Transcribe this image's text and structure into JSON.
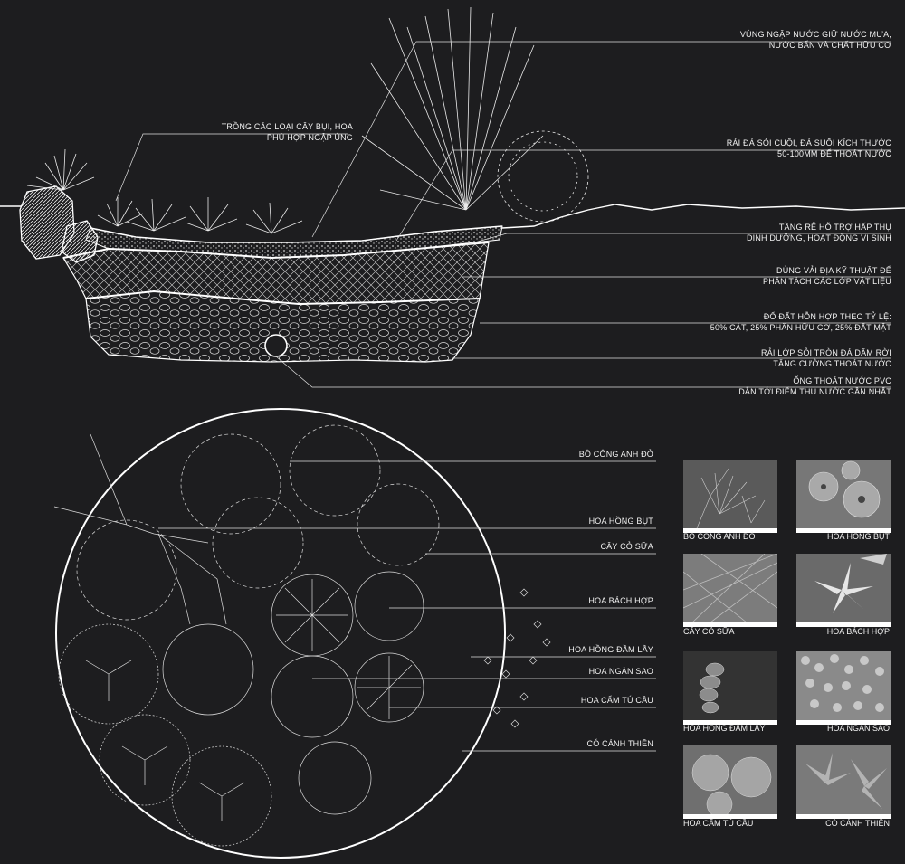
{
  "colors": {
    "background": "#1d1d1f",
    "line": "#ffffff",
    "text": "#f2f2f2"
  },
  "section_labels": [
    {
      "id": "wetland",
      "line1": "VÙNG NGẬP NƯỚC GIỮ NƯỚC MƯA,",
      "line2": "NƯỚC BẨN VÀ CHẤT HỮU CƠ"
    },
    {
      "id": "shrubs",
      "line1": "TRỒNG CÁC LOẠI CÂY BỤI, HOA",
      "line2": "PHÙ HỢP NGẬP ÚNG"
    },
    {
      "id": "gravel",
      "line1": "RẢI ĐÁ SỎI CUỘI, ĐÁ SUỐI KÍCH THƯỚC",
      "line2": "50-100MM ĐỂ THOÁT NƯỚC"
    },
    {
      "id": "roots",
      "line1": "TẦNG RỄ HỖ TRỢ HẤP THỤ",
      "line2": "DINH DƯỠNG, HOẠT ĐỘNG VI SINH"
    },
    {
      "id": "geotextile",
      "line1": "DÙNG VẢI ĐỊA KỸ THUẬT ĐỂ",
      "line2": "PHÂN TÁCH CÁC LỚP VẬT LIỆU"
    },
    {
      "id": "soil",
      "line1": "ĐỔ ĐẤT HỖN HỢP THEO TỶ LỆ:",
      "line2": "50% CÁT, 25% PHÂN HỮU CƠ, 25% ĐẤT MẶT"
    },
    {
      "id": "stones",
      "line1": "RẢI LỚP SỎI TRÒN ĐÁ DĂM RỜI",
      "line2": "TĂNG CƯỜNG THOÁT NƯỚC"
    },
    {
      "id": "pipe",
      "line1": "ỐNG THOÁT NƯỚC PVC",
      "line2": "DẪN TỚI ĐIỂM THU NƯỚC GẦN NHẤT"
    }
  ],
  "plant_labels": [
    "BỒ CÔNG ANH ĐỎ",
    "HOA HỒNG BỤT",
    "CÂY CỎ SỮA",
    "HOA BÁCH HỢP",
    "HOA HỒNG ĐẦM LẦY",
    "HOA NGÀN SAO",
    "HOA CẨM TÚ CẦU",
    "CÓ CÁNH THIÊN"
  ],
  "photos": [
    {
      "caption": "BỒ CÔNG ANH ĐỎ",
      "icon": "dandelion-photo"
    },
    {
      "caption": "HOA HỒNG BỤT",
      "icon": "hibiscus-photo"
    },
    {
      "caption": "CÂY CỎ SỮA",
      "icon": "milkweed-photo"
    },
    {
      "caption": "HOA BÁCH HỢP",
      "icon": "lily-photo"
    },
    {
      "caption": "HOA HỒNG ĐẦM LẦY",
      "icon": "swamp-rose-photo"
    },
    {
      "caption": "HOA NGÀN SAO",
      "icon": "star-flower-photo"
    },
    {
      "caption": "HOA CẨM TÚ CẦU",
      "icon": "hydrangea-photo"
    },
    {
      "caption": "CÓ CÁNH THIÊN",
      "icon": "angel-grass-photo"
    }
  ]
}
